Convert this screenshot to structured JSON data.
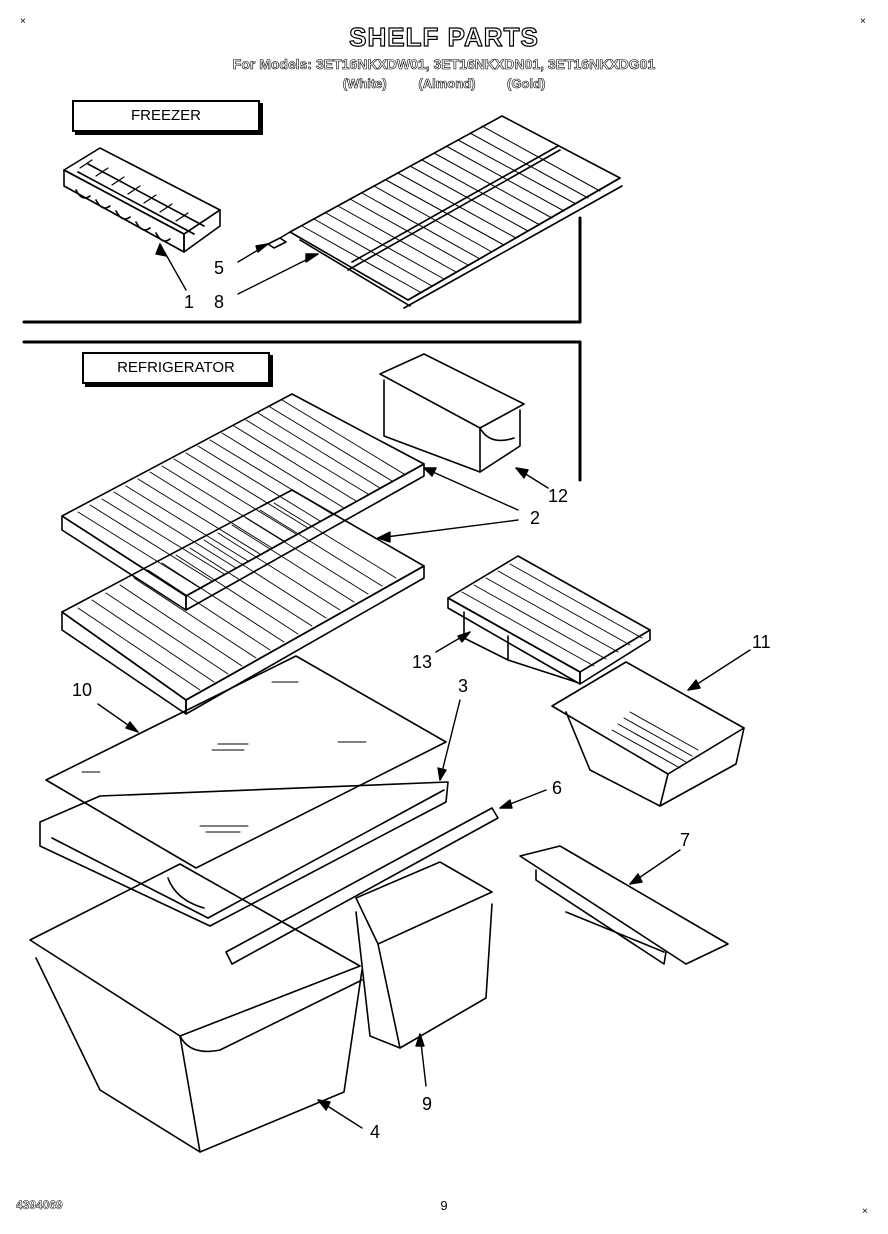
{
  "title": "SHELF PARTS",
  "models_line": "For Models: 3ET16NKXDW01, 3ET16NKXDN01, 3ET16NKXDG01",
  "model_colors": [
    "(White)",
    "(Almond)",
    "(Gold)"
  ],
  "sections": {
    "freezer": "FREEZER",
    "refrigerator": "REFRIGERATOR"
  },
  "callouts": {
    "c1": "1",
    "c8": "8",
    "c5": "5",
    "c12": "12",
    "c2": "2",
    "c13": "13",
    "c11": "11",
    "c10": "10",
    "c3": "3",
    "c6": "6",
    "c7": "7",
    "c9": "9",
    "c4": "4"
  },
  "footer": {
    "doc_number": "4394069",
    "page_number": "9"
  }
}
